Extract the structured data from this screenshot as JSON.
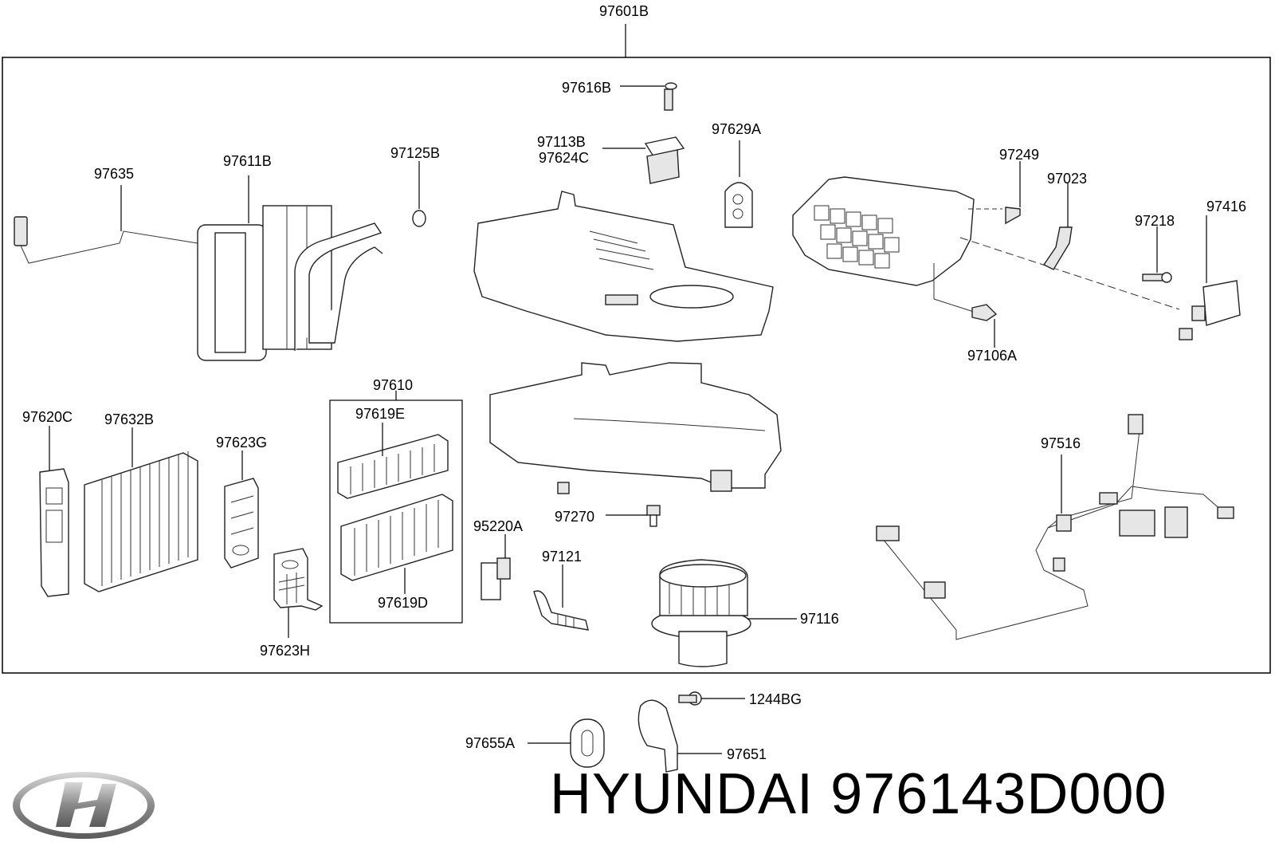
{
  "assembly_label": "97601B",
  "parts": {
    "p97616B": "97616B",
    "p97113B": "97113B",
    "p97624C": "97624C",
    "p97629A": "97629A",
    "p97635": "97635",
    "p97611B": "97611B",
    "p97125B": "97125B",
    "p97249": "97249",
    "p97023": "97023",
    "p97416": "97416",
    "p97218": "97218",
    "p97106A": "97106A",
    "p97610": "97610",
    "p97619E": "97619E",
    "p97619D": "97619D",
    "p97620C": "97620C",
    "p97632B": "97632B",
    "p97623G": "97623G",
    "p97623H": "97623H",
    "p97270": "97270",
    "p95220A": "95220A",
    "p97121": "97121",
    "p97116": "97116",
    "p97516": "97516",
    "p1244BG": "1244BG",
    "p97655A": "97655A",
    "p97651": "97651"
  },
  "footer": {
    "brand": "HYUNDAI",
    "part_number": "976143D000",
    "logo_icon": "hyundai-logo-icon"
  }
}
